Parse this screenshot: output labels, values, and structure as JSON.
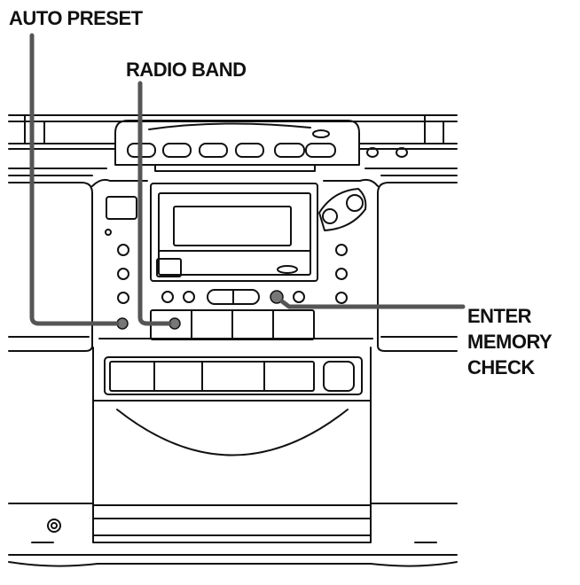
{
  "labels": {
    "auto_preset": "AUTO PRESET",
    "radio_band": "RADIO BAND",
    "enter_line1": "ENTER",
    "enter_line2": "MEMORY",
    "enter_line3": "CHECK"
  },
  "colors": {
    "ink": "#111111",
    "leader": "#555555",
    "button_fill": "#777777"
  }
}
